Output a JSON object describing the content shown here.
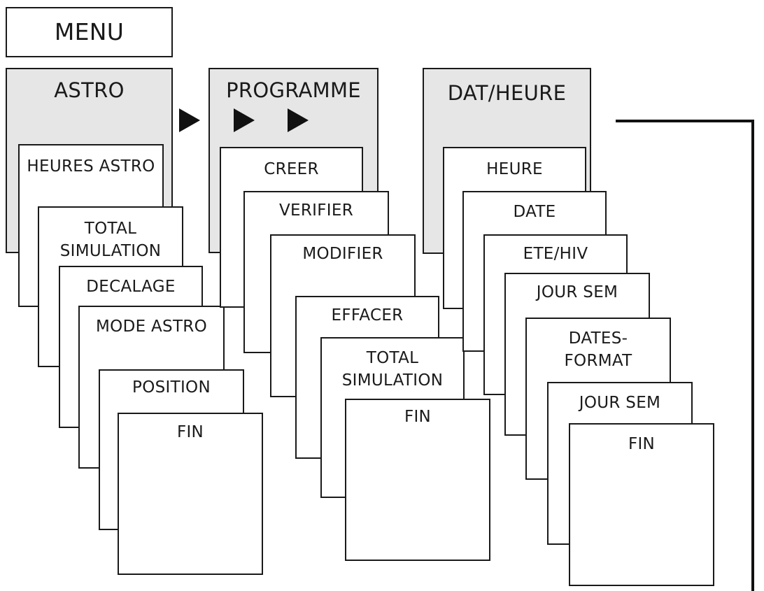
{
  "menu": {
    "title": "MENU"
  },
  "columns": [
    {
      "title": "ASTRO",
      "items": [
        "HEURES ASTRO",
        "TOTAL\nSIMULATION",
        "DECALAGE",
        "MODE ASTRO",
        "POSITION",
        "FIN"
      ]
    },
    {
      "title": "PROGRAMME",
      "items": [
        "CREER",
        "VERIFIER",
        "MODIFIER",
        "EFFACER",
        "TOTAL\nSIMULATION",
        "FIN"
      ]
    },
    {
      "title": "DAT/HEURE",
      "items": [
        "HEURE",
        "DATE",
        "ETE/HIV",
        "JOUR SEM",
        "DATES-\nFORMAT",
        "JOUR SEM",
        "FIN"
      ]
    }
  ]
}
